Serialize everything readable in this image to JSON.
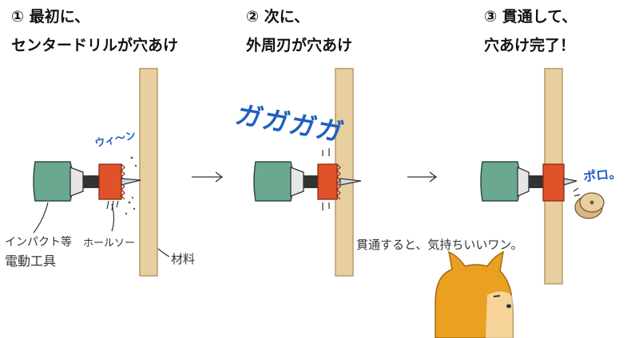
{
  "steps": [
    {
      "number": "①",
      "line1": "最初に、",
      "line2": "センタードリルが穴あけ"
    },
    {
      "number": "②",
      "line1": "次に、",
      "line2": "外周刃が穴あけ"
    },
    {
      "number": "③",
      "line1": "貫通して、",
      "line2": "穴あけ完了！"
    }
  ],
  "labels": {
    "tool_line1": "インパクト等",
    "tool_line2": "電動工具",
    "holesaw": "ホールソー",
    "material": "材料",
    "comment": "貫通すると、気持ちいいワン。"
  },
  "sfx": {
    "whirr": "ウィ〜ン",
    "grind": "ガガガガ",
    "pop": "ポロ。"
  },
  "colors": {
    "drill_body": "#6aa890",
    "holesaw": "#e0522a",
    "wood": "#e8cfa0",
    "wood_edge": "#b89868",
    "dog": "#eaa020",
    "sfx_blue": "#1f5fc0"
  }
}
